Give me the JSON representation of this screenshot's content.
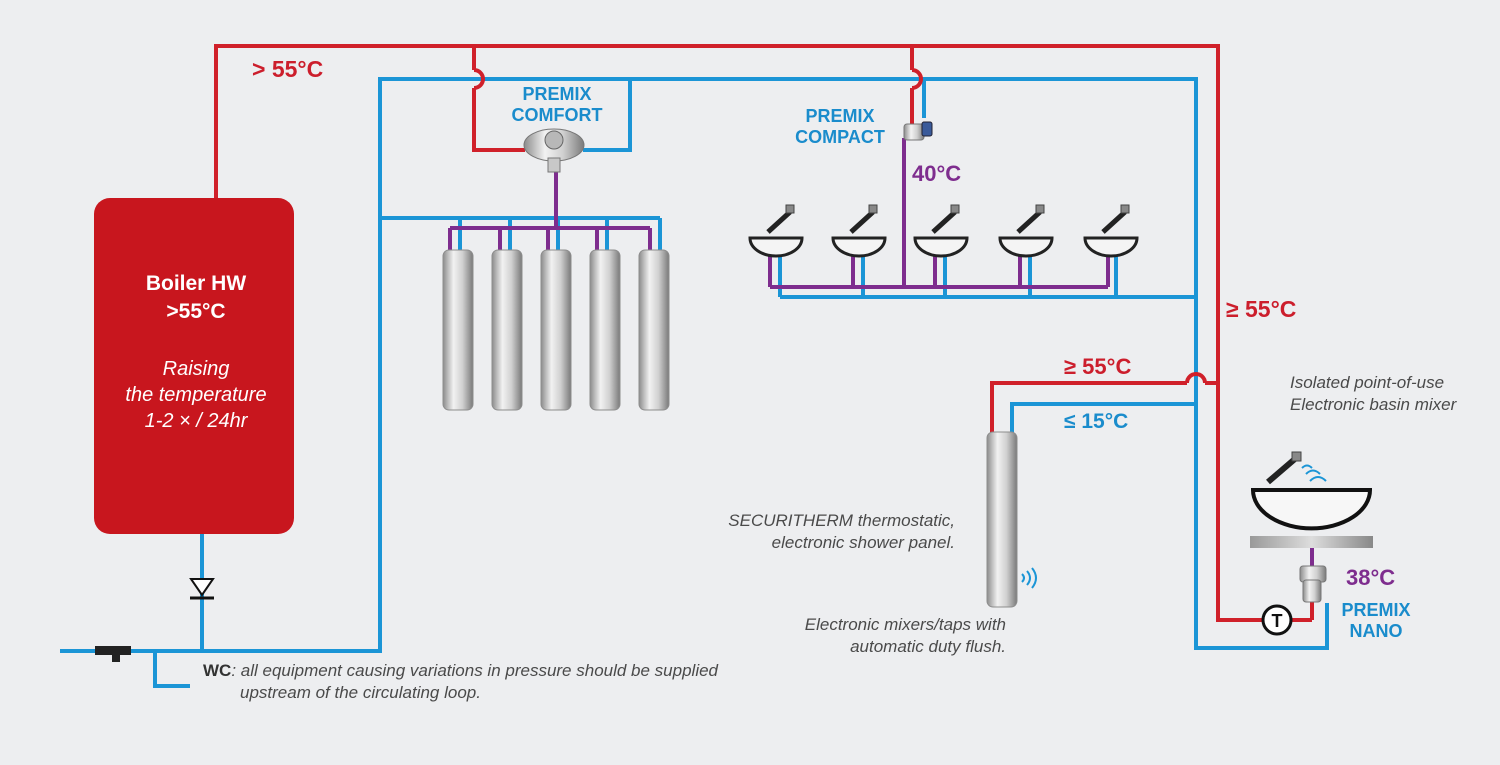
{
  "boiler": {
    "title_lines": [
      "Boiler HW",
      ">55°C"
    ],
    "note_lines": [
      "Raising",
      "the temperature",
      "1-2 × / 24hr"
    ],
    "color": "#c8161e"
  },
  "temps": {
    "main_hot": "> 55°C",
    "compact_out": "40°C",
    "right_hot": "≥ 55°C",
    "shower_hot": "≥ 55°C",
    "shower_cold": "≤ 15°C",
    "nano_out": "38°C"
  },
  "devices": {
    "premix_comfort": [
      "PREMIX",
      "COMFORT"
    ],
    "premix_compact": [
      "PREMIX",
      "COMPACT"
    ],
    "premix_nano": [
      "PREMIX",
      "NANO"
    ]
  },
  "notes": {
    "securitherm": [
      "SECURITHERM thermostatic,",
      "electronic shower panel."
    ],
    "electronic_mixers": [
      "Electronic mixers/taps with",
      "automatic duty flush."
    ],
    "isolated": [
      "Isolated point-of-use",
      "Electronic basin mixer"
    ],
    "wc_bold": "WC",
    "wc_rest": ": all equipment causing variations in pressure should be supplied",
    "wc_line2": "upstream of the circulating loop."
  },
  "thermo_symbol": "T",
  "colors": {
    "hot": "#d0202a",
    "cold": "#1b95d6",
    "mixed": "#7e2d8e"
  }
}
